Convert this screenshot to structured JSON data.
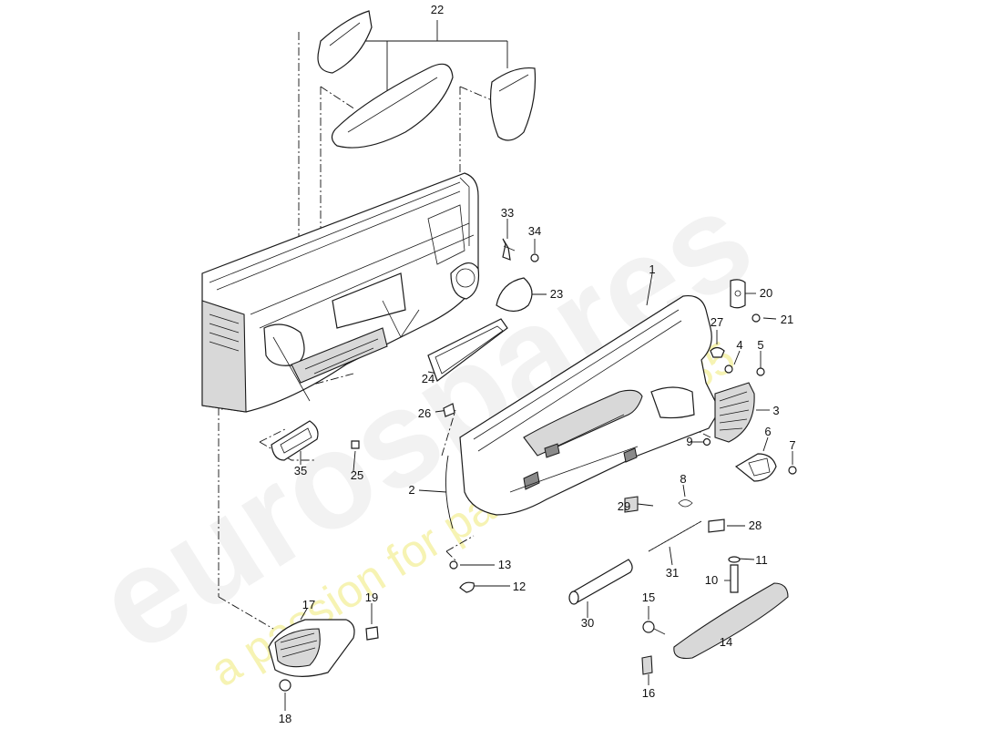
{
  "diagram": {
    "callouts": [
      "1",
      "2",
      "3",
      "4",
      "5",
      "6",
      "7",
      "8",
      "9",
      "10",
      "11",
      "12",
      "13",
      "14",
      "15",
      "16",
      "17",
      "18",
      "19",
      "20",
      "21",
      "22",
      "23",
      "24",
      "25",
      "26",
      "27",
      "28",
      "29",
      "30",
      "31",
      "33",
      "34",
      "35"
    ]
  },
  "watermark": {
    "brand": "eurospares",
    "tagline": "a passion for parts since 1985",
    "colors": {
      "brand": "#e6e6e6",
      "tagline": "#f2ee94"
    }
  }
}
